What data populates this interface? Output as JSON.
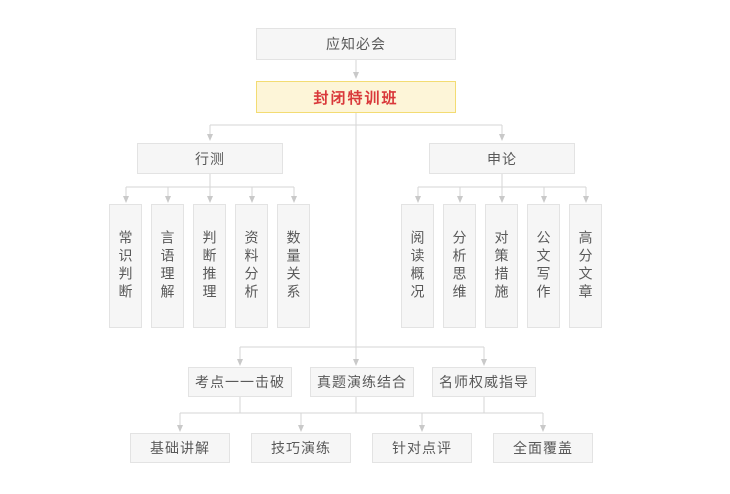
{
  "diagram": {
    "root": "应知必会",
    "program": "封闭特训班",
    "branches": [
      {
        "label": "行测",
        "children": [
          "常识判断",
          "言语理解",
          "判断推理",
          "资料分析",
          "数量关系"
        ]
      },
      {
        "label": "申论",
        "children": [
          "阅读概况",
          "分析思维",
          "对策措施",
          "公文写作",
          "高分文章"
        ]
      }
    ],
    "features": [
      "考点一一击破",
      "真题演练结合",
      "名师权威指导"
    ],
    "teaching_points": [
      "基础讲解",
      "技巧演练",
      "针对点评",
      "全面覆盖"
    ]
  },
  "colors": {
    "node_background": "#f6f6f6",
    "node_border": "#e3e3e3",
    "node_text": "#595959",
    "highlight_background": "#fdf5d8",
    "highlight_border": "#f3dc73",
    "highlight_text": "#d9383a",
    "connector_line": "#d6d6d6",
    "arrowhead": "#c9c9c9"
  }
}
